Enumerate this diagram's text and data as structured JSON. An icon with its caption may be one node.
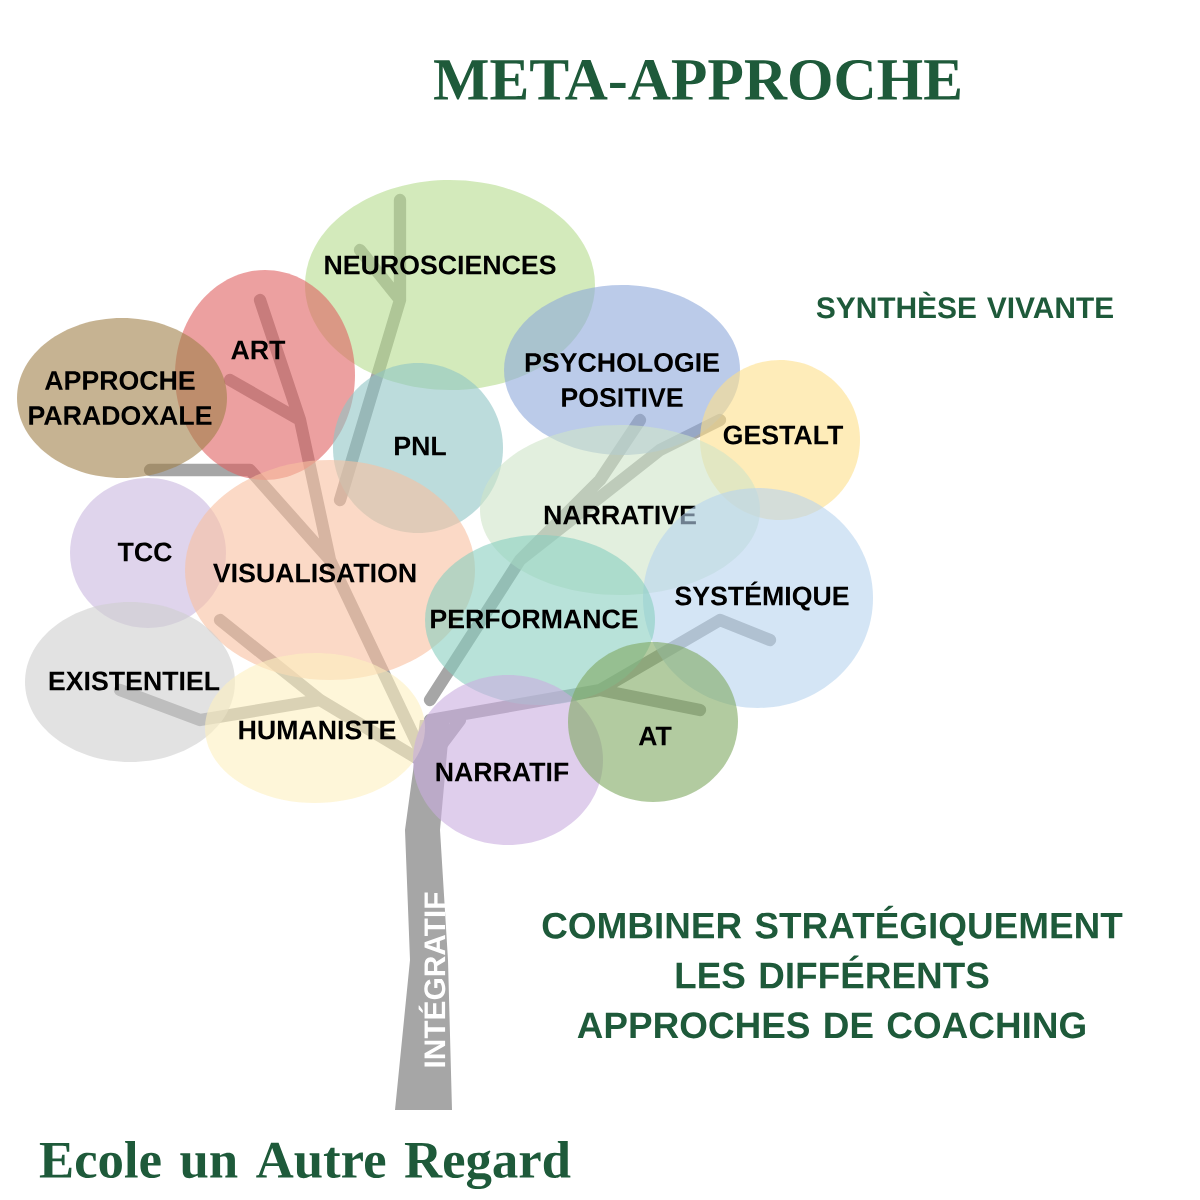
{
  "diagram": {
    "title": "META-APPROCHE",
    "nodes": [
      {
        "text": [
          "NEUROSCIENCES"
        ]
      },
      {
        "text": [
          "ART"
        ]
      },
      {
        "text": [
          "APPROCHE PARADOXALE"
        ]
      },
      {
        "text": [
          "PSYCHOLOGIE POSITIVE"
        ]
      },
      {
        "text": [
          "PNL"
        ]
      },
      {
        "text": [
          "GESTALT"
        ]
      },
      {
        "text": [
          "NARRATIVE"
        ]
      },
      {
        "text": [
          "TCC"
        ]
      },
      {
        "text": [
          "VISUALISATION"
        ]
      },
      {
        "text": [
          "SYSTÉMIQUE"
        ]
      },
      {
        "text": [
          "PERFORMANCE"
        ]
      },
      {
        "text": [
          "EXISTENTIEL"
        ]
      },
      {
        "text": [
          "HUMANISTE"
        ]
      },
      {
        "text": [
          "NARRATIF"
        ]
      },
      {
        "text": [
          "AT"
        ]
      }
    ],
    "edges": [],
    "labels": [
      "SYNTHÈSE VIVANTE",
      "INTÉGRATIF",
      "COMBINER STRATÉGIQUEMENT LES DIFFÉRENTS APPROCHES DE COACHING",
      "Ecole un Autre Regard"
    ]
  }
}
